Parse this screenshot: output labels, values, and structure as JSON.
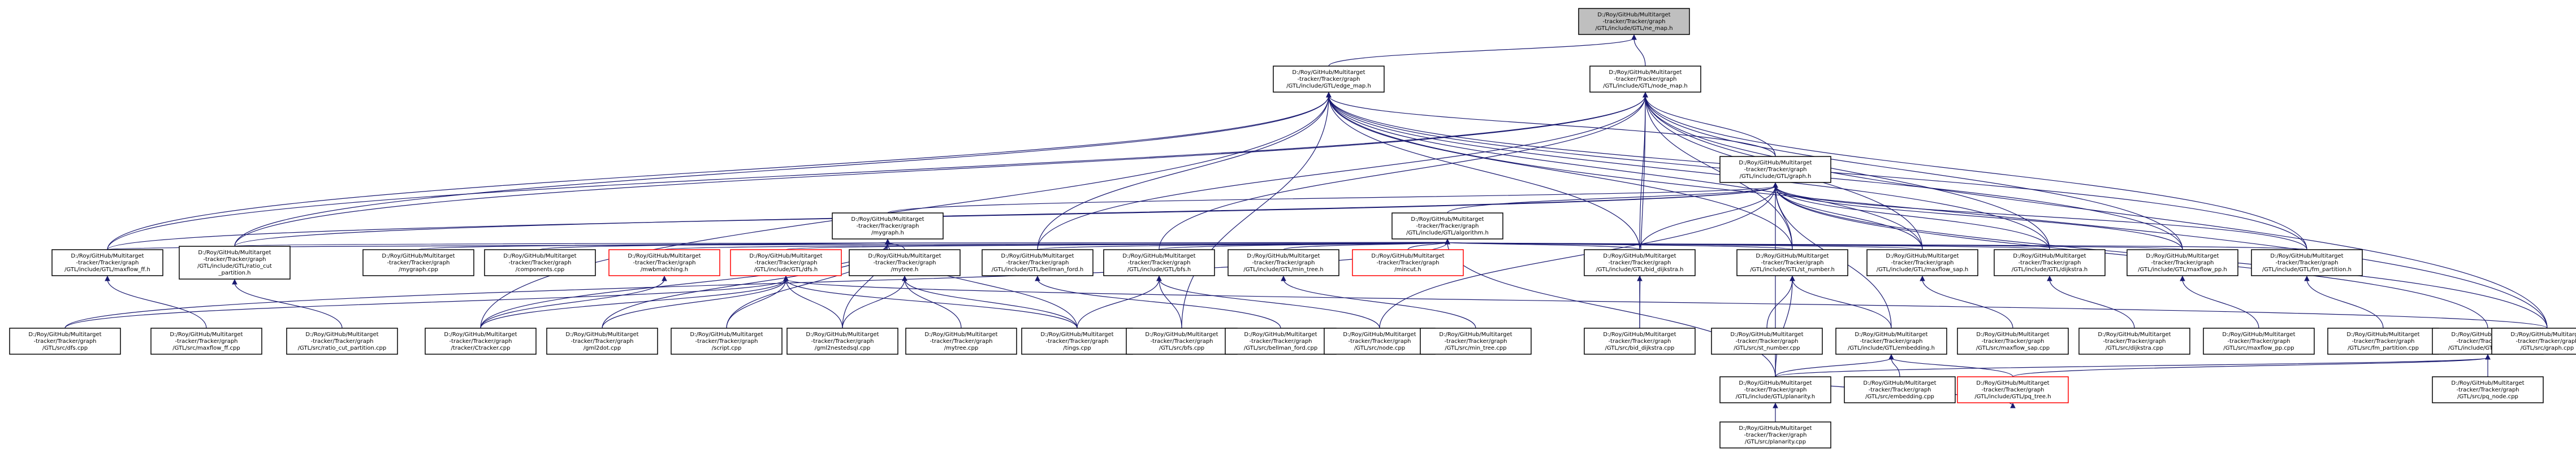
{
  "diagram": {
    "colors": {
      "edge": "#191970",
      "node_border": "#000000",
      "root_fill": "#bfbfbf",
      "missing_border": "#ff0000"
    },
    "nodes": [
      {
        "id": "n0",
        "lines": [
          "D:/Roy/GitHub/Multitarget",
          "-tracker/Tracker/graph",
          "/GTL/include/GTL/ne_map.h"
        ],
        "style": "root"
      },
      {
        "id": "n1",
        "lines": [
          "D:/Roy/GitHub/Multitarget",
          "-tracker/Tracker/graph",
          "/GTL/include/GTL/edge_map.h"
        ],
        "style": ""
      },
      {
        "id": "n2",
        "lines": [
          "D:/Roy/GitHub/Multitarget",
          "-tracker/Tracker/graph",
          "/GTL/include/GTL/node_map.h"
        ],
        "style": ""
      },
      {
        "id": "n3",
        "lines": [
          "D:/Roy/GitHub/Multitarget",
          "-tracker/Tracker/graph",
          "/GTL/include/GTL/graph.h"
        ],
        "style": ""
      },
      {
        "id": "n4",
        "lines": [
          "D:/Roy/GitHub/Multitarget",
          "-tracker/Tracker/graph",
          "/mygraph.h"
        ],
        "style": ""
      },
      {
        "id": "n5",
        "lines": [
          "D:/Roy/GitHub/Multitarget",
          "-tracker/Tracker/graph",
          "/GTL/include/GTL/algorithm.h"
        ],
        "style": ""
      },
      {
        "id": "n6",
        "lines": [
          "D:/Roy/GitHub/Multitarget",
          "-tracker/Tracker/graph",
          "/GTL/include/GTL/maxflow_ff.h"
        ],
        "style": ""
      },
      {
        "id": "n7",
        "lines": [
          "D:/Roy/GitHub/Multitarget",
          "-tracker/Tracker/graph",
          "/GTL/include/GTL/ratio_cut",
          "_partition.h"
        ],
        "style": ""
      },
      {
        "id": "n8",
        "lines": [
          "D:/Roy/GitHub/Multitarget",
          "-tracker/Tracker/graph",
          "/mygraph.cpp"
        ],
        "style": ""
      },
      {
        "id": "n9",
        "lines": [
          "D:/Roy/GitHub/Multitarget",
          "-tracker/Tracker/graph",
          "/components.cpp"
        ],
        "style": ""
      },
      {
        "id": "n10",
        "lines": [
          "D:/Roy/GitHub/Multitarget",
          "-tracker/Tracker/graph",
          "/mwbmatching.h"
        ],
        "style": "red"
      },
      {
        "id": "n11",
        "lines": [
          "D:/Roy/GitHub/Multitarget",
          "-tracker/Tracker/graph",
          "/GTL/include/GTL/dfs.h"
        ],
        "style": "red"
      },
      {
        "id": "n12",
        "lines": [
          "D:/Roy/GitHub/Multitarget",
          "-tracker/Tracker/graph",
          "/mytree.h"
        ],
        "style": ""
      },
      {
        "id": "n13",
        "lines": [
          "D:/Roy/GitHub/Multitarget",
          "-tracker/Tracker/graph",
          "/GTL/include/GTL/bellman_ford.h"
        ],
        "style": ""
      },
      {
        "id": "n14",
        "lines": [
          "D:/Roy/GitHub/Multitarget",
          "-tracker/Tracker/graph",
          "/GTL/include/GTL/bfs.h"
        ],
        "style": ""
      },
      {
        "id": "n15",
        "lines": [
          "D:/Roy/GitHub/Multitarget",
          "-tracker/Tracker/graph",
          "/GTL/include/GTL/min_tree.h"
        ],
        "style": ""
      },
      {
        "id": "n16",
        "lines": [
          "D:/Roy/GitHub/Multitarget",
          "-tracker/Tracker/graph",
          "/mincut.h"
        ],
        "style": "red"
      },
      {
        "id": "n17",
        "lines": [
          "D:/Roy/GitHub/Multitarget",
          "-tracker/Tracker/graph",
          "/GTL/include/GTL/bid_dijkstra.h"
        ],
        "style": ""
      },
      {
        "id": "n18",
        "lines": [
          "D:/Roy/GitHub/Multitarget",
          "-tracker/Tracker/graph",
          "/GTL/include/GTL/st_number.h"
        ],
        "style": ""
      },
      {
        "id": "n19",
        "lines": [
          "D:/Roy/GitHub/Multitarget",
          "-tracker/Tracker/graph",
          "/GTL/include/GTL/maxflow_sap.h"
        ],
        "style": ""
      },
      {
        "id": "n20",
        "lines": [
          "D:/Roy/GitHub/Multitarget",
          "-tracker/Tracker/graph",
          "/GTL/include/GTL/dijkstra.h"
        ],
        "style": ""
      },
      {
        "id": "n21",
        "lines": [
          "D:/Roy/GitHub/Multitarget",
          "-tracker/Tracker/graph",
          "/GTL/include/GTL/maxflow_pp.h"
        ],
        "style": ""
      },
      {
        "id": "n22",
        "lines": [
          "D:/Roy/GitHub/Multitarget",
          "-tracker/Tracker/graph",
          "/GTL/include/GTL/fm_partition.h"
        ],
        "style": ""
      },
      {
        "id": "n23",
        "lines": [
          "D:/Roy/GitHub/Multitarget",
          "-tracker/Tracker/graph",
          "/GTL/src/dfs.cpp"
        ],
        "style": ""
      },
      {
        "id": "n24",
        "lines": [
          "D:/Roy/GitHub/Multitarget",
          "-tracker/Tracker/graph",
          "/GTL/src/maxflow_ff.cpp"
        ],
        "style": ""
      },
      {
        "id": "n25",
        "lines": [
          "D:/Roy/GitHub/Multitarget",
          "-tracker/Tracker/graph",
          "/GTL/src/ratio_cut_partition.cpp"
        ],
        "style": ""
      },
      {
        "id": "n26",
        "lines": [
          "D:/Roy/GitHub/Multitarget",
          "-tracker/Tracker/graph",
          "/tracker/Ctracker.cpp"
        ],
        "style": ""
      },
      {
        "id": "n27",
        "lines": [
          "D:/Roy/GitHub/Multitarget",
          "-tracker/Tracker/graph",
          "/gml2dot.cpp"
        ],
        "style": ""
      },
      {
        "id": "n28",
        "lines": [
          "D:/Roy/GitHub/Multitarget",
          "-tracker/Tracker/graph",
          "/script.cpp"
        ],
        "style": ""
      },
      {
        "id": "n29",
        "lines": [
          "D:/Roy/GitHub/Multitarget",
          "-tracker/Tracker/graph",
          "/gml2nestedsql.cpp"
        ],
        "style": ""
      },
      {
        "id": "n30",
        "lines": [
          "D:/Roy/GitHub/Multitarget",
          "-tracker/Tracker/graph",
          "/mytree.cpp"
        ],
        "style": ""
      },
      {
        "id": "n31",
        "lines": [
          "D:/Roy/GitHub/Multitarget",
          "-tracker/Tracker/graph",
          "/tings.cpp"
        ],
        "style": ""
      },
      {
        "id": "n32",
        "lines": [
          "D:/Roy/GitHub/Multitarget",
          "-tracker/Tracker/graph",
          "/GTL/src/bfs.cpp"
        ],
        "style": ""
      },
      {
        "id": "n33",
        "lines": [
          "D:/Roy/GitHub/Multitarget",
          "-tracker/Tracker/graph",
          "/GTL/src/bellman_ford.cpp"
        ],
        "style": ""
      },
      {
        "id": "n34",
        "lines": [
          "D:/Roy/GitHub/Multitarget",
          "-tracker/Tracker/graph",
          "/GTL/src/node.cpp"
        ],
        "style": ""
      },
      {
        "id": "n35",
        "lines": [
          "D:/Roy/GitHub/Multitarget",
          "-tracker/Tracker/graph",
          "/GTL/src/min_tree.cpp"
        ],
        "style": ""
      },
      {
        "id": "n36",
        "lines": [
          "D:/Roy/GitHub/Multitarget",
          "-tracker/Tracker/graph",
          "/GTL/src/bid_dijkstra.cpp"
        ],
        "style": ""
      },
      {
        "id": "n37",
        "lines": [
          "D:/Roy/GitHub/Multitarget",
          "-tracker/Tracker/graph",
          "/GTL/src/st_number.cpp"
        ],
        "style": ""
      },
      {
        "id": "n38",
        "lines": [
          "D:/Roy/GitHub/Multitarget",
          "-tracker/Tracker/graph",
          "/GTL/include/GTL/embedding.h"
        ],
        "style": ""
      },
      {
        "id": "n39",
        "lines": [
          "D:/Roy/GitHub/Multitarget",
          "-tracker/Tracker/graph",
          "/GTL/src/maxflow_sap.cpp"
        ],
        "style": ""
      },
      {
        "id": "n40",
        "lines": [
          "D:/Roy/GitHub/Multitarget",
          "-tracker/Tracker/graph",
          "/GTL/src/dijkstra.cpp"
        ],
        "style": ""
      },
      {
        "id": "n41",
        "lines": [
          "D:/Roy/GitHub/Multitarget",
          "-tracker/Tracker/graph",
          "/GTL/src/maxflow_pp.cpp"
        ],
        "style": ""
      },
      {
        "id": "n42",
        "lines": [
          "D:/Roy/GitHub/Multitarget",
          "-tracker/Tracker/graph",
          "/GTL/src/fm_partition.cpp"
        ],
        "style": ""
      },
      {
        "id": "n43",
        "lines": [
          "D:/Roy/GitHub/Multitarget",
          "-tracker/Tracker/graph",
          "/GTL/include/GTL/pq_node.h"
        ],
        "style": ""
      },
      {
        "id": "n44",
        "lines": [
          "D:/Roy/GitHub/Multitarget",
          "-tracker/Tracker/graph",
          "/GTL/src/graph.cpp"
        ],
        "style": ""
      },
      {
        "id": "n45",
        "lines": [
          "D:/Roy/GitHub/Multitarget",
          "-tracker/Tracker/graph",
          "/GTL/include/GTL/planarity.h"
        ],
        "style": ""
      },
      {
        "id": "n46",
        "lines": [
          "D:/Roy/GitHub/Multitarget",
          "-tracker/Tracker/graph",
          "/GTL/src/embedding.cpp"
        ],
        "style": ""
      },
      {
        "id": "n47",
        "lines": [
          "D:/Roy/GitHub/Multitarget",
          "-tracker/Tracker/graph",
          "/GTL/include/GTL/pq_tree.h"
        ],
        "style": "red"
      },
      {
        "id": "n48",
        "lines": [
          "D:/Roy/GitHub/Multitarget",
          "-tracker/Tracker/graph",
          "/GTL/src/pq_node.cpp"
        ],
        "style": ""
      },
      {
        "id": "n49",
        "lines": [
          "D:/Roy/GitHub/Multitarget",
          "-tracker/Tracker/graph",
          "/GTL/src/planarity.cpp"
        ],
        "style": ""
      }
    ],
    "edges": [
      [
        "n0",
        "n1"
      ],
      [
        "n0",
        "n2"
      ],
      [
        "n1",
        "n3"
      ],
      [
        "n1",
        "n6"
      ],
      [
        "n1",
        "n7"
      ],
      [
        "n1",
        "n13"
      ],
      [
        "n1",
        "n17"
      ],
      [
        "n1",
        "n18"
      ],
      [
        "n1",
        "n19"
      ],
      [
        "n1",
        "n20"
      ],
      [
        "n1",
        "n21"
      ],
      [
        "n1",
        "n22"
      ],
      [
        "n1",
        "n26"
      ],
      [
        "n1",
        "n32"
      ],
      [
        "n1",
        "n44"
      ],
      [
        "n2",
        "n3"
      ],
      [
        "n2",
        "n6"
      ],
      [
        "n2",
        "n7"
      ],
      [
        "n2",
        "n13"
      ],
      [
        "n2",
        "n14"
      ],
      [
        "n2",
        "n17"
      ],
      [
        "n2",
        "n18"
      ],
      [
        "n2",
        "n19"
      ],
      [
        "n2",
        "n20"
      ],
      [
        "n2",
        "n21"
      ],
      [
        "n2",
        "n22"
      ],
      [
        "n2",
        "n44"
      ],
      [
        "n2",
        "n36"
      ],
      [
        "n3",
        "n4"
      ],
      [
        "n3",
        "n5"
      ],
      [
        "n3",
        "n6"
      ],
      [
        "n3",
        "n7"
      ],
      [
        "n3",
        "n17"
      ],
      [
        "n3",
        "n18"
      ],
      [
        "n3",
        "n19"
      ],
      [
        "n3",
        "n20"
      ],
      [
        "n3",
        "n21"
      ],
      [
        "n3",
        "n22"
      ],
      [
        "n3",
        "n38"
      ],
      [
        "n3",
        "n43"
      ],
      [
        "n3",
        "n44"
      ],
      [
        "n3",
        "n34"
      ],
      [
        "n3",
        "n45"
      ],
      [
        "n4",
        "n8"
      ],
      [
        "n4",
        "n9"
      ],
      [
        "n4",
        "n12"
      ],
      [
        "n4",
        "n26"
      ],
      [
        "n4",
        "n27"
      ],
      [
        "n4",
        "n28"
      ],
      [
        "n4",
        "n29"
      ],
      [
        "n4",
        "n31"
      ],
      [
        "n5",
        "n6"
      ],
      [
        "n5",
        "n7"
      ],
      [
        "n5",
        "n10"
      ],
      [
        "n5",
        "n11"
      ],
      [
        "n5",
        "n13"
      ],
      [
        "n5",
        "n14"
      ],
      [
        "n5",
        "n15"
      ],
      [
        "n5",
        "n16"
      ],
      [
        "n5",
        "n17"
      ],
      [
        "n5",
        "n18"
      ],
      [
        "n5",
        "n19"
      ],
      [
        "n5",
        "n20"
      ],
      [
        "n5",
        "n21"
      ],
      [
        "n5",
        "n22"
      ],
      [
        "n5",
        "n23"
      ],
      [
        "n5",
        "n45"
      ],
      [
        "n6",
        "n24"
      ],
      [
        "n7",
        "n25"
      ],
      [
        "n10",
        "n26"
      ],
      [
        "n11",
        "n23"
      ],
      [
        "n11",
        "n26"
      ],
      [
        "n11",
        "n27"
      ],
      [
        "n11",
        "n28"
      ],
      [
        "n11",
        "n29"
      ],
      [
        "n11",
        "n31"
      ],
      [
        "n11",
        "n44"
      ],
      [
        "n12",
        "n29"
      ],
      [
        "n12",
        "n30"
      ],
      [
        "n12",
        "n31"
      ],
      [
        "n13",
        "n33"
      ],
      [
        "n14",
        "n32"
      ],
      [
        "n14",
        "n31"
      ],
      [
        "n14",
        "n34"
      ],
      [
        "n15",
        "n35"
      ],
      [
        "n17",
        "n36"
      ],
      [
        "n18",
        "n37"
      ],
      [
        "n18",
        "n38"
      ],
      [
        "n18",
        "n45"
      ],
      [
        "n19",
        "n39"
      ],
      [
        "n20",
        "n40"
      ],
      [
        "n21",
        "n41"
      ],
      [
        "n22",
        "n42"
      ],
      [
        "n38",
        "n45"
      ],
      [
        "n38",
        "n46"
      ],
      [
        "n38",
        "n47"
      ],
      [
        "n43",
        "n45"
      ],
      [
        "n43",
        "n47"
      ],
      [
        "n43",
        "n48"
      ],
      [
        "n47",
        "n45"
      ],
      [
        "n45",
        "n49"
      ]
    ]
  }
}
